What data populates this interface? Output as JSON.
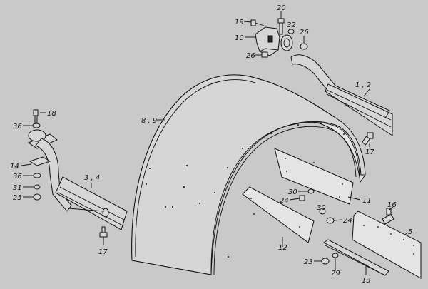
{
  "diagram": {
    "type": "exploded-parts-view",
    "background": "#c9c9c9",
    "line_color": "#111111",
    "callouts": [
      {
        "id": "c-20",
        "text": "20"
      },
      {
        "id": "c-19",
        "text": "19"
      },
      {
        "id": "c-32",
        "text": "32"
      },
      {
        "id": "c-10",
        "text": "10"
      },
      {
        "id": "c-26a",
        "text": "26"
      },
      {
        "id": "c-26b",
        "text": "26"
      },
      {
        "id": "c-12r",
        "text": "1 , 2"
      },
      {
        "id": "c-17a",
        "text": "17"
      },
      {
        "id": "c-89",
        "text": "8 , 9"
      },
      {
        "id": "c-18",
        "text": "18"
      },
      {
        "id": "c-36a",
        "text": "36"
      },
      {
        "id": "c-14",
        "text": "14"
      },
      {
        "id": "c-36b",
        "text": "36"
      },
      {
        "id": "c-31",
        "text": "31"
      },
      {
        "id": "c-25",
        "text": "25"
      },
      {
        "id": "c-34",
        "text": "3 , 4"
      },
      {
        "id": "c-17b",
        "text": "17"
      },
      {
        "id": "c-30a",
        "text": "30"
      },
      {
        "id": "c-24a",
        "text": "24"
      },
      {
        "id": "c-11",
        "text": "11"
      },
      {
        "id": "c-30b",
        "text": "30"
      },
      {
        "id": "c-24b",
        "text": "24"
      },
      {
        "id": "c-16",
        "text": "16"
      },
      {
        "id": "c-5",
        "text": "5"
      },
      {
        "id": "c-12",
        "text": "12"
      },
      {
        "id": "c-23",
        "text": "23"
      },
      {
        "id": "c-29",
        "text": "29"
      },
      {
        "id": "c-13",
        "text": "13"
      }
    ]
  }
}
